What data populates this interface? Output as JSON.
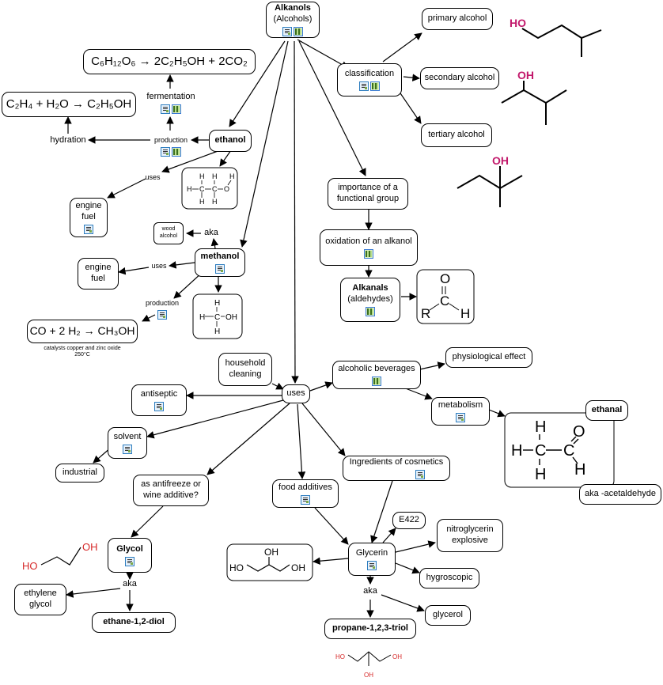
{
  "nodes": {
    "alkanols": {
      "label": "Alkanols",
      "sublabel": "(Alcohols)"
    },
    "primary": {
      "label": "primary alcohol"
    },
    "secondary": {
      "label": "secondary alcohol"
    },
    "tertiary": {
      "label": "tertiary alcohol"
    },
    "classification": {
      "label": "classification"
    },
    "glucose_eq": {
      "label": "C₆H₁₂O₆ → 2C₂H₅OH + 2CO₂"
    },
    "fermentation": {
      "label": "fermentation"
    },
    "hydration_eq": {
      "label": "C₂H₄ + H₂O → C₂H₅OH"
    },
    "hydration": {
      "label": "hydration"
    },
    "production1": {
      "label": "production"
    },
    "ethanol": {
      "label": "ethanol"
    },
    "uses1": {
      "label": "uses"
    },
    "engine_fuel1": {
      "label": "engine\nfuel"
    },
    "wood_alcohol": {
      "label": "wood\nalcohol"
    },
    "aka1": {
      "label": "aka"
    },
    "methanol": {
      "label": "methanol"
    },
    "uses2": {
      "label": "uses"
    },
    "engine_fuel2": {
      "label": "engine\nfuel"
    },
    "production2": {
      "label": "production"
    },
    "co_eq": {
      "label": "CO + 2 H₂ → CH₃OH"
    },
    "catalyst_note": {
      "label": "catalysts copper and zinc oxide\n250°C"
    },
    "importance": {
      "label": "importance of a\nfunctional group"
    },
    "oxidation": {
      "label": "oxidation of an alkanol"
    },
    "alkanals": {
      "label": "Alkanals",
      "sublabel": "(aldehydes)"
    },
    "household": {
      "label": "household\ncleaning"
    },
    "uses_main": {
      "label": "uses"
    },
    "alcoholic_bev": {
      "label": "alcoholic beverages"
    },
    "physiological": {
      "label": "physiological effect"
    },
    "metabolism": {
      "label": "metabolism"
    },
    "ethanal": {
      "label": "ethanal"
    },
    "acetaldehyde": {
      "label": "aka -acetaldehyde"
    },
    "antiseptic": {
      "label": "antiseptic"
    },
    "solvent": {
      "label": "solvent"
    },
    "industrial": {
      "label": "industrial"
    },
    "antifreeze": {
      "label": "as antifreeze or\nwine additive?"
    },
    "cosmetics": {
      "label": "Ingredients of cosmetics"
    },
    "food_additives": {
      "label": "food additives"
    },
    "e422": {
      "label": "E422"
    },
    "nitroglycerin": {
      "label": "nitroglycerin\nexplosive"
    },
    "glycerin": {
      "label": "Glycerin"
    },
    "hygroscopic": {
      "label": "hygroscopic"
    },
    "aka_glycerin": {
      "label": "aka"
    },
    "glycerol": {
      "label": "glycerol"
    },
    "propanetriol": {
      "label": "propane-1,2,3-triol"
    },
    "glycol": {
      "label": "Glycol"
    },
    "aka_glycol": {
      "label": "aka"
    },
    "ethylene_glycol": {
      "label": "ethylene\nglycol"
    },
    "ethanediol": {
      "label": "ethane-1,2-diol"
    }
  },
  "structures": {
    "atom_H": "H",
    "atom_C": "C",
    "atom_O": "O",
    "atom_R": "R",
    "group_OH": "OH",
    "group_HO": "HO"
  },
  "colors": {
    "hydroxyl_magenta": "#c2186b",
    "hydroxyl_red": "#d62828",
    "icon_blue": "#2d7dbf",
    "icon_green": "#7aa84a"
  }
}
